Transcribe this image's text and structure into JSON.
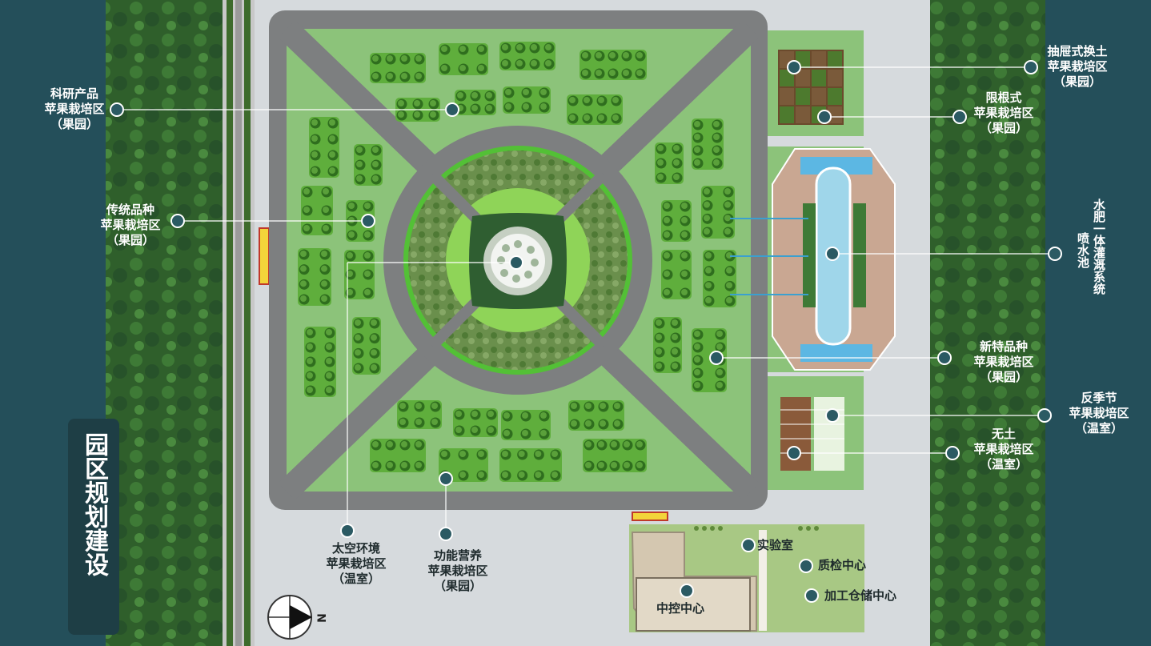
{
  "title": "园区规划建设",
  "compass": {
    "direction_label": "N"
  },
  "labels": {
    "research": [
      "科研产品",
      "苹果栽培区",
      "（果园）"
    ],
    "traditional": [
      "传统品种",
      "苹果栽培区",
      "（果园）"
    ],
    "space": [
      "太空环境",
      "苹果栽培区",
      "（温室）"
    ],
    "functional": [
      "功能营养",
      "苹果栽培区",
      "（果园）"
    ],
    "drawer": [
      "抽屉式换土",
      "苹果栽培区",
      "（果园）"
    ],
    "root_limit": [
      "限根式",
      "苹果栽培区",
      "（果园）"
    ],
    "irrigation": "水肥一体灌溉系统",
    "fountain": "喷水池",
    "new_variety": [
      "新特品种",
      "苹果栽培区",
      "（果园）"
    ],
    "off_season": [
      "反季节",
      "苹果栽培区",
      "（温室）"
    ],
    "soilless": [
      "无土",
      "苹果栽培区",
      "（温室）"
    ],
    "lab": "实验室",
    "qc": "质检中心",
    "storage": "加工仓储中心",
    "control": "中控中心"
  },
  "colors": {
    "background": "#244f5a",
    "forest": "#2e5e2a",
    "lawn": "#8cc37a",
    "road": "#7d7f80",
    "marker": "#2b5a63"
  }
}
